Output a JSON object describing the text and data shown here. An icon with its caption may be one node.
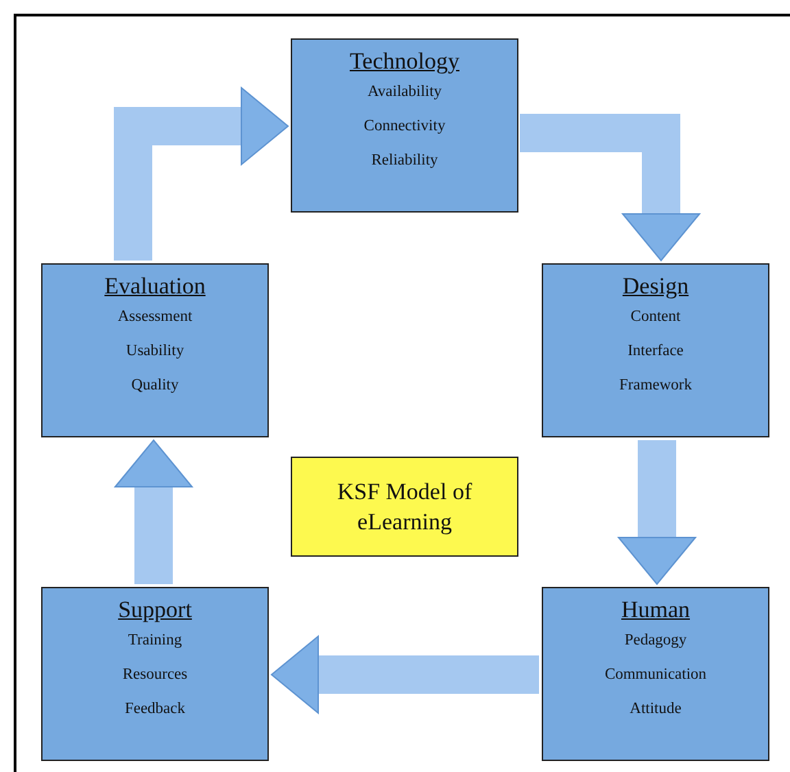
{
  "diagram": {
    "nodes": [
      {
        "text": [
          "Technology",
          "Availability",
          "Connectivity",
          "Reliability"
        ]
      },
      {
        "text": [
          "Design",
          "Content",
          "Interface",
          "Framework"
        ]
      },
      {
        "text": [
          "Human",
          "Pedagogy",
          "Communication",
          "Attitude"
        ]
      },
      {
        "text": [
          "Support",
          "Training",
          "Resources",
          "Feedback"
        ]
      },
      {
        "text": [
          "Evaluation",
          "Assessment",
          "Usability",
          "Quality"
        ]
      },
      {
        "text": [
          "KSF Model of eLearning"
        ]
      }
    ],
    "edges": [
      {
        "from": 0,
        "to": 1,
        "arrow": "to"
      },
      {
        "from": 1,
        "to": 2,
        "arrow": "to"
      },
      {
        "from": 2,
        "to": 3,
        "arrow": "to"
      },
      {
        "from": 3,
        "to": 4,
        "arrow": "to"
      },
      {
        "from": 4,
        "to": 0,
        "arrow": "to"
      }
    ]
  }
}
